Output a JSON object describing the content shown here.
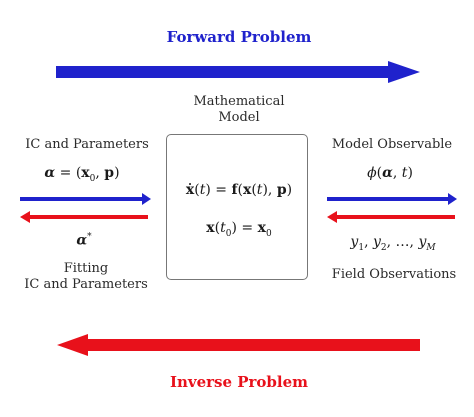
{
  "forward_title": "Forward Problem",
  "inverse_title": "Inverse Problem",
  "model_label_line1": "Mathematical",
  "model_label_line2": "Model",
  "left_top_label": "IC and Parameters",
  "left_bottom_label_line1": "Fitting",
  "left_bottom_label_line2": "IC and Parameters",
  "right_top_label": "Model Observable",
  "right_bottom_label": "Field Observations",
  "colors": {
    "forward": "#1f22cc",
    "inverse": "#e8111b",
    "box_border": "#777777"
  }
}
